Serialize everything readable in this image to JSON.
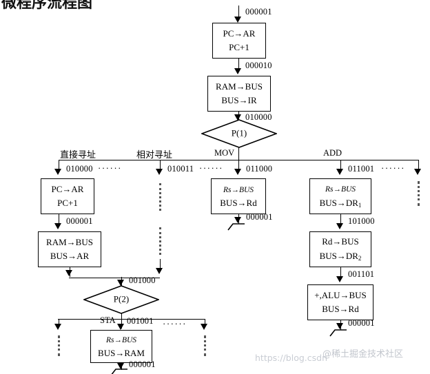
{
  "page": {
    "title_partial": "微程序流程图",
    "watermark_url": "https://blog.csdn",
    "watermark_brand": "@稀土掘金技术社区"
  },
  "labels": {
    "direct_addressing": "直接寻址",
    "relative_addressing": "相对寻址",
    "mov": "MOV",
    "add": "ADD",
    "sta": "STA",
    "ellipsis": "······"
  },
  "decisions": {
    "p1": "P(1)",
    "p2": "P(2)"
  },
  "codes": {
    "start": "000001",
    "after_fetch1": "000010",
    "to_p1": "010000",
    "branch_direct": "010000",
    "branch_relative": "010011",
    "branch_mov": "011000",
    "branch_add": "011001",
    "direct_next": "000001",
    "to_p2": "001000",
    "branch_sta": "001001",
    "mov_end": "000001",
    "add_dr2": "101000",
    "add_alu": "001101",
    "add_end": "000001",
    "sta_end": "000001"
  },
  "boxes": {
    "fetch_pc": {
      "line1": "PC→AR",
      "line2": "PC+1"
    },
    "fetch_ir": {
      "line1": "RAM→BUS",
      "line2": "BUS→IR"
    },
    "direct_pc": {
      "line1": "PC→AR",
      "line2": "PC+1"
    },
    "direct_ram": {
      "line1": "RAM→BUS",
      "line2": "BUS→AR"
    },
    "mov_exec": {
      "line1": "Rs→BUS",
      "line2": "BUS→Rd"
    },
    "add_dr1": {
      "line1": "Rs→BUS",
      "line2": "BUS→DR",
      "sub2": "1"
    },
    "add_dr2": {
      "line1": "Rd→BUS",
      "line2": "BUS→DR",
      "sub2": "2"
    },
    "add_alu": {
      "line1": "+,ALU→BUS",
      "line2": "BUS→Rd"
    },
    "sta_exec": {
      "line1": "Rs→BUS",
      "line2": "BUS→RAM"
    }
  },
  "colors": {
    "stroke": "#000000",
    "background": "#ffffff",
    "watermark": "#c9cdd4",
    "dots": "#555555"
  }
}
